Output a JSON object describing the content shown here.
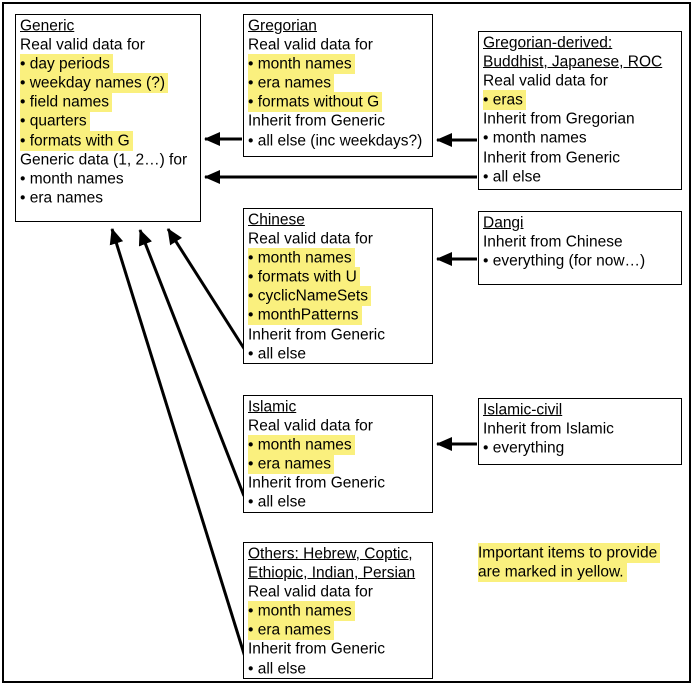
{
  "colors": {
    "highlight": "#FAF07E",
    "border": "#000000",
    "background": "#FFFFFF",
    "text": "#000000"
  },
  "note": {
    "lines": [
      "Important items to provide",
      "are marked in yellow."
    ]
  },
  "boxes": [
    {
      "id": "generic",
      "title_lines": [
        "Generic"
      ],
      "lines": [
        {
          "t": "Real valid data for",
          "h": false
        },
        {
          "t": "• day periods",
          "h": true
        },
        {
          "t": "• weekday names (?)",
          "h": true
        },
        {
          "t": "• field names",
          "h": true
        },
        {
          "t": "• quarters",
          "h": true
        },
        {
          "t": "• formats with G",
          "h": true
        },
        {
          "t": "Generic data (1, 2…) for",
          "h": false
        },
        {
          "t": "• month names",
          "h": false
        },
        {
          "t": "• era names",
          "h": false
        }
      ]
    },
    {
      "id": "gregorian",
      "title_lines": [
        "Gregorian"
      ],
      "lines": [
        {
          "t": "Real valid data for",
          "h": false
        },
        {
          "t": "• month names",
          "h": true
        },
        {
          "t": "• era names",
          "h": true
        },
        {
          "t": "• formats without G",
          "h": true
        },
        {
          "t": "Inherit from Generic",
          "h": false
        },
        {
          "t": "• all else (inc weekdays?)",
          "h": false
        }
      ]
    },
    {
      "id": "gregorian-derived",
      "title_lines": [
        "Gregorian-derived:",
        "Buddhist, Japanese, ROC"
      ],
      "lines": [
        {
          "t": "Real valid data for",
          "h": false
        },
        {
          "t": "• eras",
          "h": true
        },
        {
          "t": "Inherit from Gregorian",
          "h": false
        },
        {
          "t": "• month names",
          "h": false
        },
        {
          "t": "Inherit from Generic",
          "h": false
        },
        {
          "t": "• all else",
          "h": false
        }
      ]
    },
    {
      "id": "chinese",
      "title_lines": [
        "Chinese"
      ],
      "lines": [
        {
          "t": "Real valid data for",
          "h": false
        },
        {
          "t": "• month names",
          "h": true
        },
        {
          "t": "• formats with U",
          "h": true
        },
        {
          "t": "• cyclicNameSets",
          "h": true
        },
        {
          "t": "• monthPatterns",
          "h": true
        },
        {
          "t": "Inherit from Generic",
          "h": false
        },
        {
          "t": "• all else",
          "h": false
        }
      ]
    },
    {
      "id": "dangi",
      "title_lines": [
        "Dangi"
      ],
      "lines": [
        {
          "t": "Inherit from Chinese",
          "h": false
        },
        {
          "t": "• everything (for now…)",
          "h": false
        }
      ]
    },
    {
      "id": "islamic",
      "title_lines": [
        "Islamic"
      ],
      "lines": [
        {
          "t": "Real valid data for",
          "h": false
        },
        {
          "t": "• month names",
          "h": true
        },
        {
          "t": "• era names",
          "h": true
        },
        {
          "t": "Inherit from Generic",
          "h": false
        },
        {
          "t": "• all else",
          "h": false
        }
      ]
    },
    {
      "id": "islamic-civil",
      "title_lines": [
        "Islamic-civil"
      ],
      "lines": [
        {
          "t": "Inherit from Islamic",
          "h": false
        },
        {
          "t": "• everything",
          "h": false
        }
      ]
    },
    {
      "id": "others",
      "title_lines": [
        "Others: Hebrew, Coptic,",
        "Ethiopic, Indian, Persian"
      ],
      "lines": [
        {
          "t": "Real valid data for",
          "h": false
        },
        {
          "t": "• month names",
          "h": true
        },
        {
          "t": "• era names",
          "h": true
        },
        {
          "t": "Inherit from Generic",
          "h": false
        },
        {
          "t": "• all else",
          "h": false
        }
      ]
    }
  ],
  "arrows": [
    {
      "from": "gregorian",
      "to": "generic"
    },
    {
      "from": "gregorian-derived",
      "to": "gregorian"
    },
    {
      "from": "gregorian-derived",
      "to": "generic"
    },
    {
      "from": "dangi",
      "to": "chinese"
    },
    {
      "from": "islamic-civil",
      "to": "islamic"
    },
    {
      "from": "chinese",
      "to": "generic"
    },
    {
      "from": "islamic",
      "to": "generic"
    },
    {
      "from": "others",
      "to": "generic"
    }
  ]
}
